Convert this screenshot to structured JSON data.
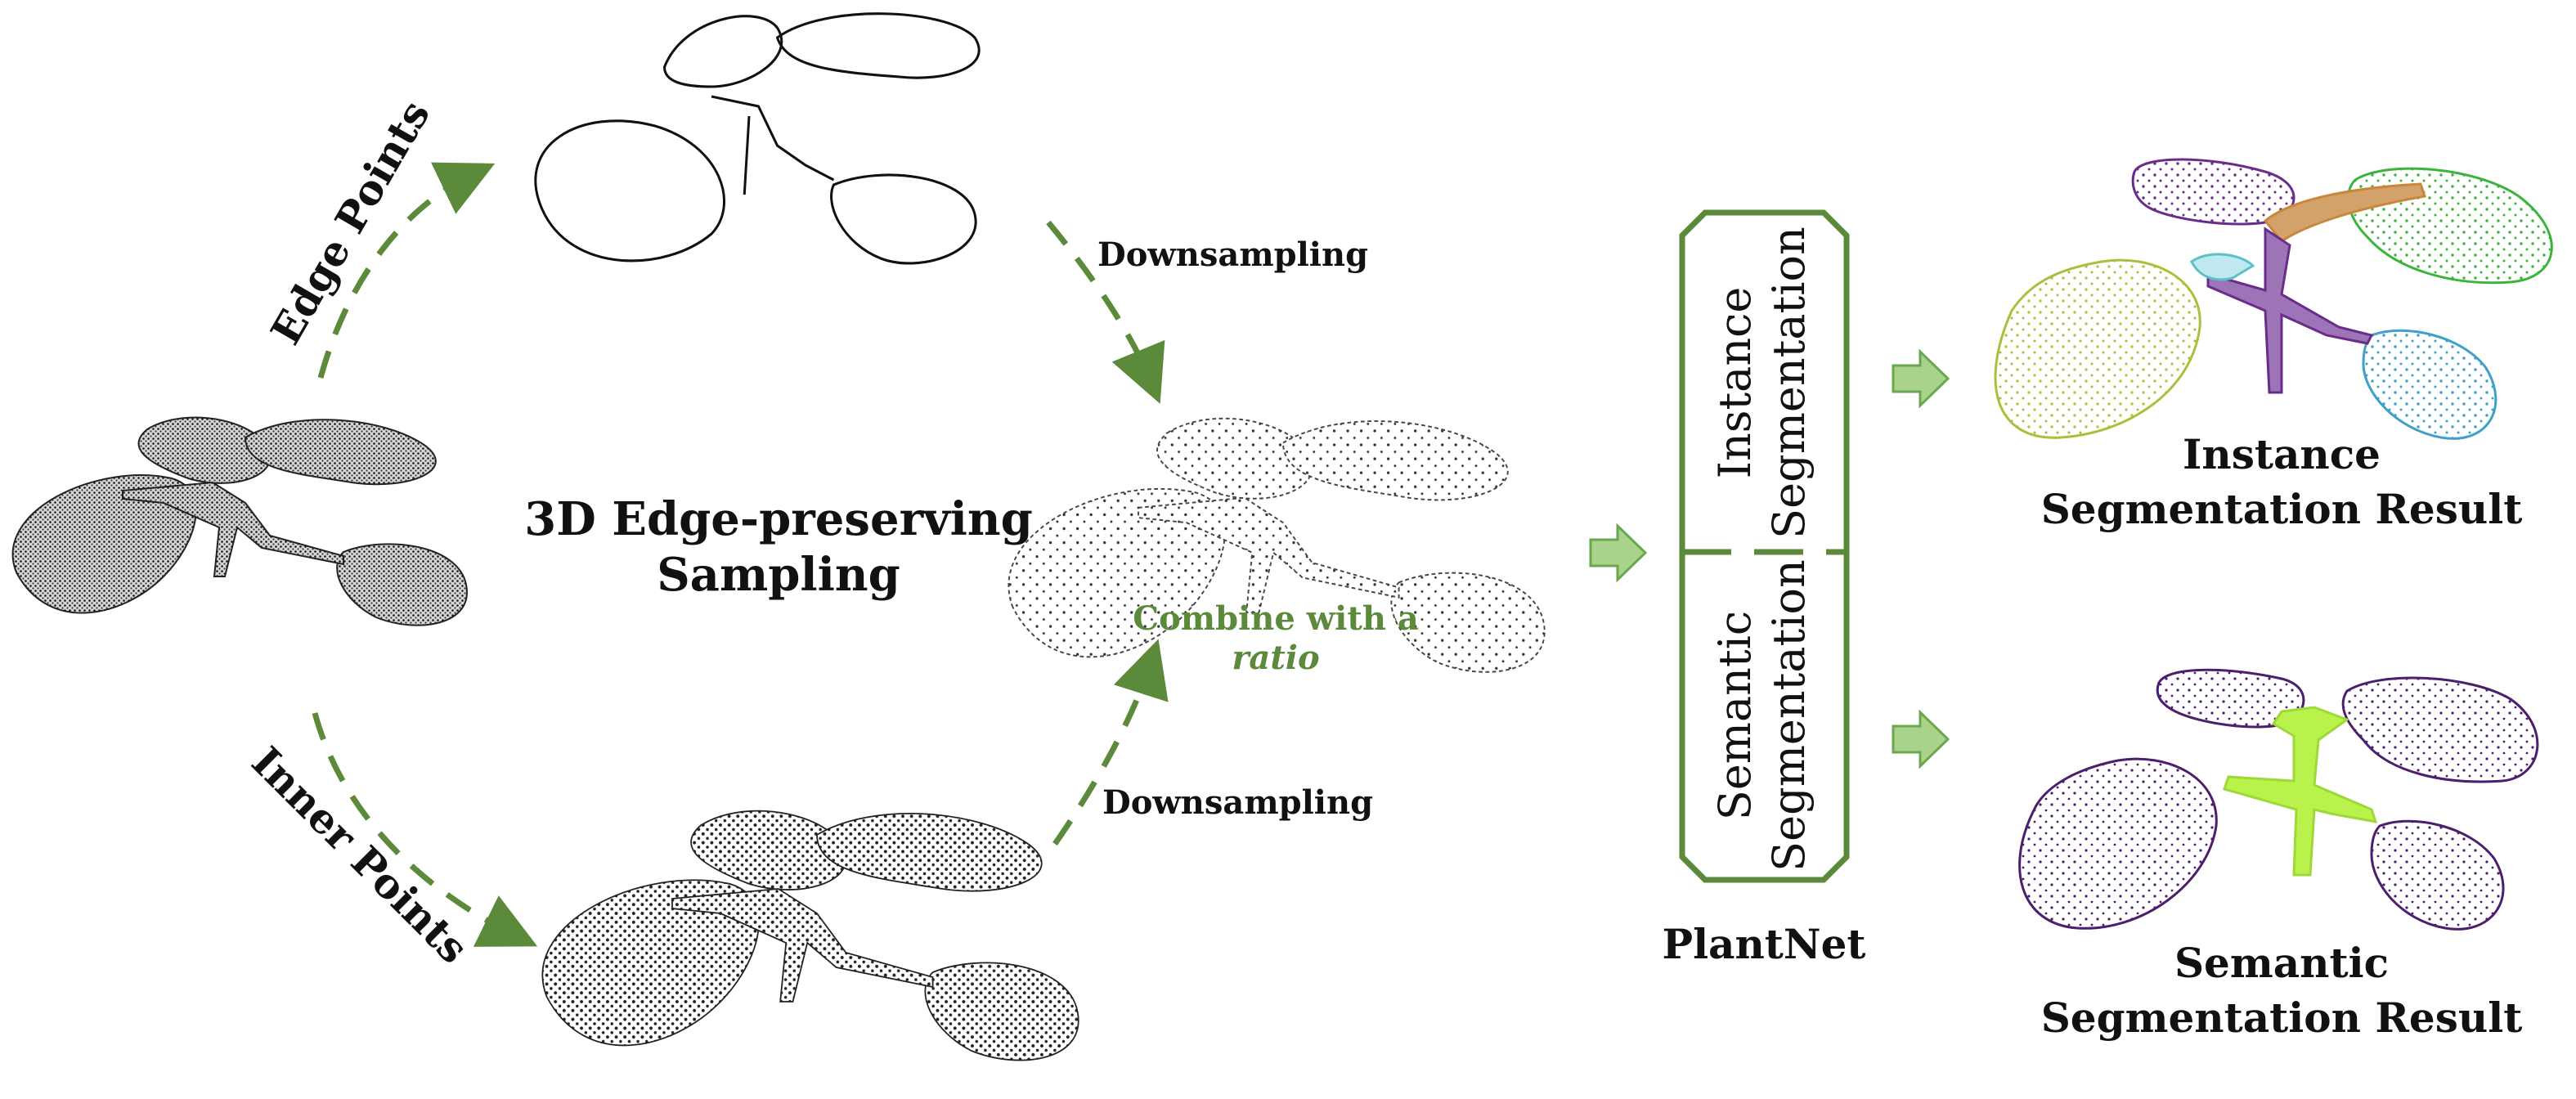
{
  "labels": {
    "edge_points": "Edge Points",
    "inner_points": "Inner Points",
    "sampling_line1": "3D Edge-preserving",
    "sampling_line2": "Sampling",
    "downsampling_top": "Downsampling",
    "downsampling_bottom": "Downsampling",
    "combine_line1": "Combine with a",
    "combine_line2": "ratio",
    "instance_seg_line1": "Instance",
    "instance_seg_line2": "Segmentation",
    "semantic_seg_line1": "Semantic",
    "semantic_seg_line2": "Segmentation",
    "plantnet": "PlantNet",
    "instance_result_line1": "Instance",
    "instance_result_line2": "Segmentation Result",
    "semantic_result_line1": "Semantic",
    "semantic_result_line2": "Segmentation Result"
  },
  "colors": {
    "arrow_green": "#5b8a3a",
    "block_arrow_fill": "#a9d38a",
    "block_arrow_stroke": "#6aa84f",
    "plant_dark": "#222222",
    "inst_purple": "#6a2c8a",
    "inst_green": "#3cb43c",
    "inst_yellow": "#b5c83a",
    "inst_blue": "#3fa0c8",
    "inst_orange": "#c8873a",
    "sem_purple": "#4b1e6e",
    "sem_lime": "#b8f24a"
  }
}
